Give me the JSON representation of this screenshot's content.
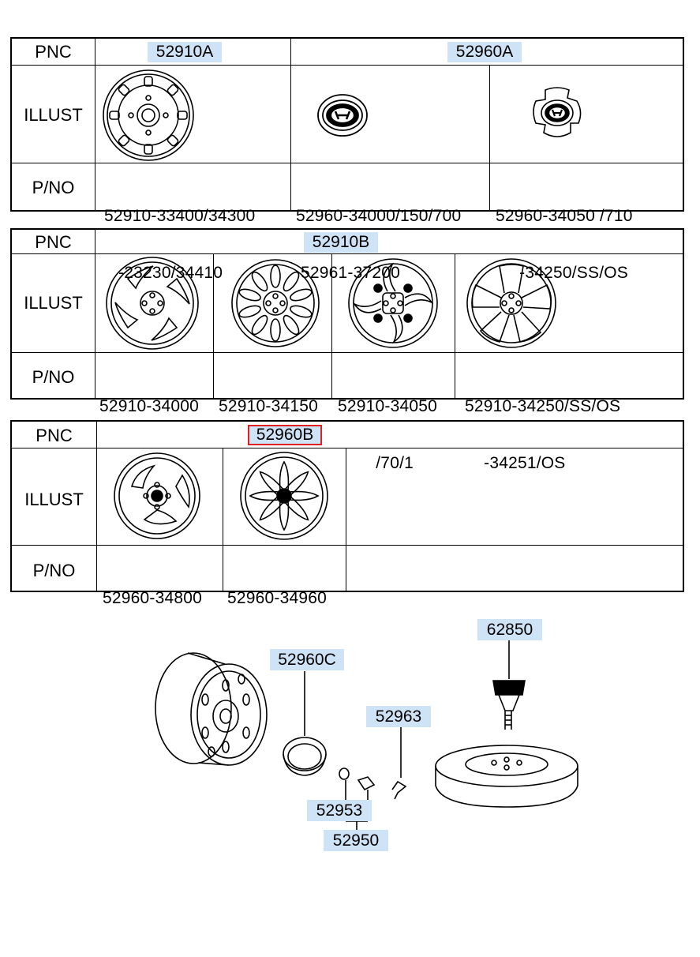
{
  "tables": [
    {
      "row_labels": {
        "pnc": "PNC",
        "illust": "ILLUST",
        "pno": "P/NO"
      },
      "groups": [
        {
          "pnc": "52910A",
          "cells": [
            {
              "illust": "steel-wheel-icon",
              "pno": [
                "52910-33400/34300",
                "   -23230/34410"
              ]
            }
          ]
        },
        {
          "pnc": "52960A",
          "cells": [
            {
              "illust": "hubcap-oval-icon",
              "pno": [
                "52960-34000/150/700",
                " 52961-37200"
              ]
            },
            {
              "illust": "center-cap-icon",
              "pno": [
                "52960-34050 /710",
                "     -34250/SS/OS"
              ]
            }
          ]
        }
      ]
    },
    {
      "row_labels": {
        "pnc": "PNC",
        "illust": "ILLUST",
        "pno": "P/NO"
      },
      "groups": [
        {
          "pnc": "52910B",
          "cells": [
            {
              "illust": "alloy-wheel-swirl-icon",
              "pno": [
                "52910-34000"
              ]
            },
            {
              "illust": "alloy-wheel-spoke-icon",
              "pno": [
                "52910-34150"
              ]
            },
            {
              "illust": "alloy-wheel-turbine-icon",
              "pno": [
                "52910-34050",
                "        /70/1"
              ]
            },
            {
              "illust": "alloy-wheel-five-spoke-icon",
              "pno": [
                "52910-34250/SS/OS",
                "    -34251/OS"
              ]
            }
          ]
        }
      ]
    },
    {
      "row_labels": {
        "pnc": "PNC",
        "illust": "ILLUST",
        "pno": "P/NO"
      },
      "groups": [
        {
          "pnc": "52960B",
          "selected": true,
          "cells": [
            {
              "illust": "wheel-cover-slot-icon",
              "pno": [
                "52960-34800"
              ]
            },
            {
              "illust": "wheel-cover-petal-icon",
              "pno": [
                "52960-34960"
              ]
            }
          ]
        }
      ]
    }
  ],
  "callouts": {
    "c1": "62850",
    "c2": "52960C",
    "c3": "52963",
    "c4": "52953",
    "c5": "52950"
  },
  "colors": {
    "highlight": "#cfe3f6",
    "selected_border": "#e02020"
  }
}
